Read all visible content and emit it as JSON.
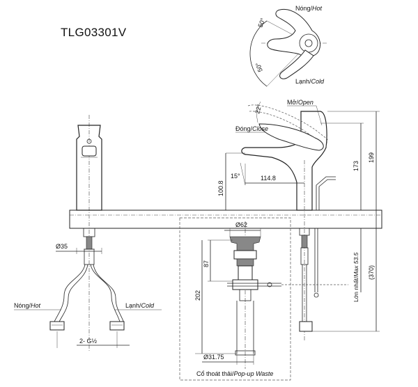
{
  "model": "TLG03301V",
  "handle_top": {
    "hot": {
      "vi": "Nóng/",
      "en": "Hot"
    },
    "cold": {
      "vi": "Lạnh/",
      "en": "Cold"
    },
    "angle_hot": "50°",
    "angle_cold": "50°"
  },
  "side_view": {
    "open": {
      "vi": "Mở/",
      "en": "Open"
    },
    "close": {
      "vi": "Đóng/",
      "en": "Close"
    },
    "angle_open": "22°",
    "angle_spout": "15°",
    "spout_reach": "114.8",
    "spout_height": "100.8",
    "height_173": "173",
    "height_199": "199",
    "max_label": {
      "vi": "Lớn nhất/",
      "en": "Max 53.5"
    },
    "height_370": "(370)"
  },
  "front_view": {
    "dia_35": "Ø35",
    "hot_hose": {
      "vi": "Nóng/",
      "en": "Hot"
    },
    "cold_hose": {
      "vi": "Lạnh/",
      "en": "Cold"
    },
    "thread": "2- G½"
  },
  "waste": {
    "dia_62": "Ø62",
    "dim_87": "87",
    "dim_202": "202",
    "dia_3175": "Ø31.75",
    "caption": {
      "vi": "Cổ thoát thải/",
      "en": "Pop-up Waste"
    }
  }
}
